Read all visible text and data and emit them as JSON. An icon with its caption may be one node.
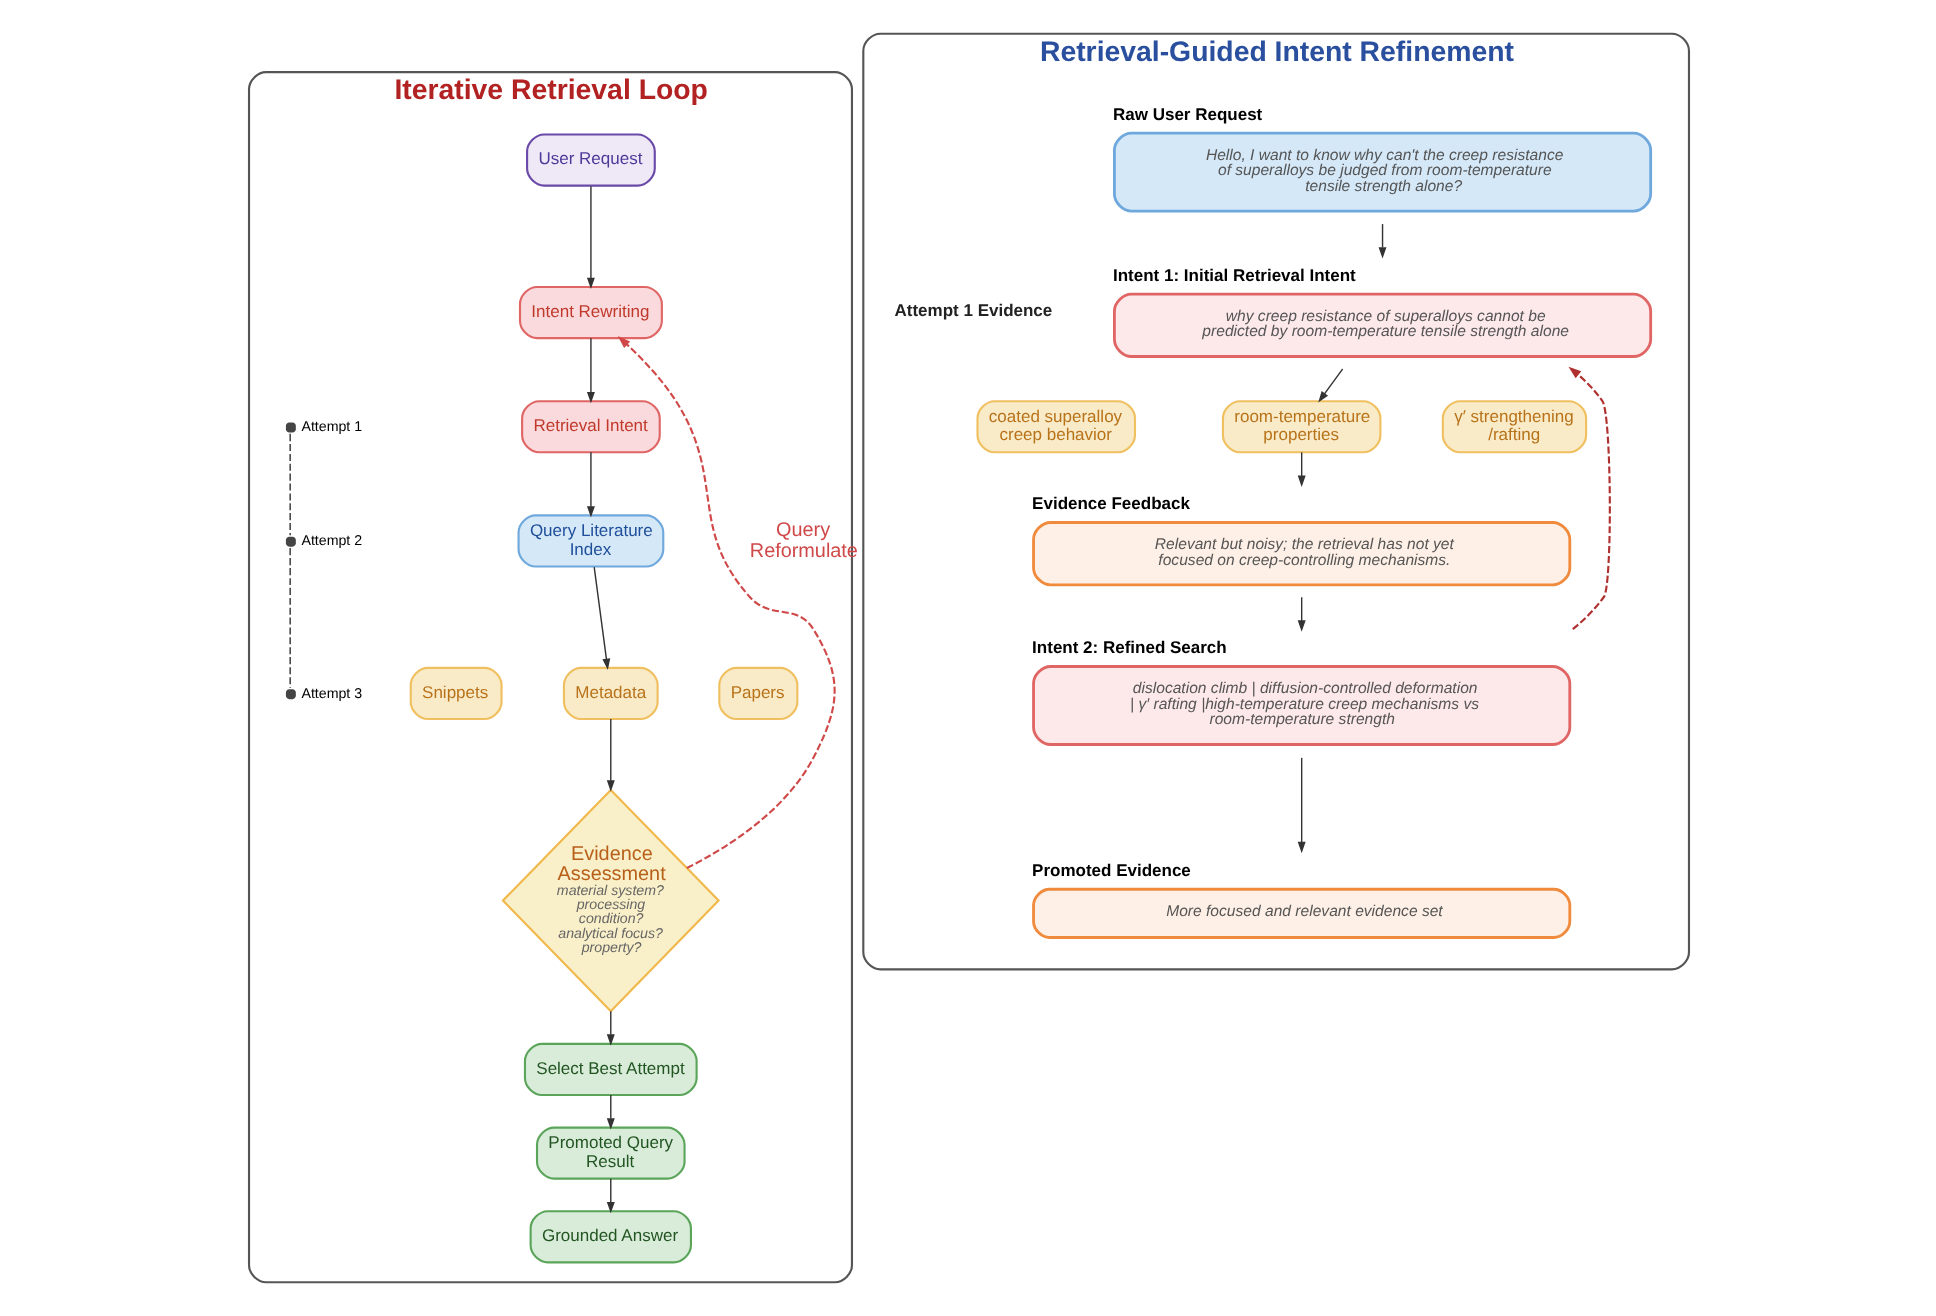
{
  "diagram": {
    "nodes": [
      {
        "text": [
          "Iterative Retrieval Loop"
        ]
      },
      {
        "text": [
          "User Request"
        ],
        "in": 0
      },
      {
        "text": [
          "Intent Rewriting"
        ],
        "in": 0
      },
      {
        "text": [
          "Retrieval Intent"
        ],
        "in": 0
      },
      {
        "text": [
          "Query Literature Index"
        ],
        "in": 0
      },
      {
        "text": [
          "Snippets"
        ],
        "in": 0
      },
      {
        "text": [
          "Metadata"
        ],
        "in": 0
      },
      {
        "text": [
          "Papers"
        ],
        "in": 0
      },
      {
        "text": [
          "Evidence Assessment",
          "material system? processing condition? analytical focus? property?"
        ],
        "in": 0
      },
      {
        "text": [
          "Select Best Attempt"
        ],
        "in": 0
      },
      {
        "text": [
          "Promoted Query Result"
        ],
        "in": 0
      },
      {
        "text": [
          "Grounded Answer"
        ],
        "in": 0
      },
      {
        "text": [
          "Attempt 1"
        ],
        "in": 0
      },
      {
        "text": [
          "Attempt 2"
        ],
        "in": 0
      },
      {
        "text": [
          "Attempt 3"
        ],
        "in": 0
      },
      {
        "text": [
          "Retrieval-Guided Intent Refinement"
        ]
      },
      {
        "text": [
          "Raw User Request",
          "Hello, I want to know why can't the creep resistance of superalloys be judged from room-temperature tensile strength alone?"
        ],
        "in": 15
      },
      {
        "text": [
          "Intent 1: Initial Retrieval Intent",
          "why creep resistance of superalloys cannot be predicted by room-temperature tensile strength alone"
        ],
        "in": 15
      },
      {
        "text": [
          "Attempt 1 Evidence"
        ],
        "in": 15
      },
      {
        "text": [
          "coated superalloy creep behavior"
        ],
        "in": 15
      },
      {
        "text": [
          "room-temperature properties"
        ],
        "in": 15
      },
      {
        "text": [
          "γ′ strengthening /rafting"
        ],
        "in": 15
      },
      {
        "text": [
          "Evidence Feedback",
          "Relevant but noisy; the retrieval has not yet focused on creep-controlling mechanisms."
        ],
        "in": 15
      },
      {
        "text": [
          "Intent 2: Refined Search",
          "dislocation climb | diffusion-controlled deformation | γ′ rafting |high-temperature creep mechanisms vs room-temperature strength"
        ],
        "in": 15
      },
      {
        "text": [
          "Promoted Evidence",
          "More focused and relevant evidence set"
        ],
        "in": 15
      }
    ],
    "edges": [
      {
        "from": 1,
        "to": 2,
        "arrow": "to"
      },
      {
        "from": 2,
        "to": 3,
        "arrow": "to"
      },
      {
        "from": 3,
        "to": 4,
        "arrow": "to"
      },
      {
        "from": 4,
        "to": 6,
        "arrow": "to"
      },
      {
        "from": 6,
        "to": 8,
        "arrow": "to"
      },
      {
        "from": 8,
        "to": 2,
        "arrow": "to",
        "label": "Query Reformulate",
        "style": "dashed",
        "color": "#d04848"
      },
      {
        "from": 8,
        "to": 9,
        "arrow": "to"
      },
      {
        "from": 9,
        "to": 10,
        "arrow": "to"
      },
      {
        "from": 10,
        "to": 11,
        "arrow": "to"
      },
      {
        "from": 12,
        "to": 13,
        "arrow": "none",
        "style": "dashed"
      },
      {
        "from": 13,
        "to": 14,
        "arrow": "none",
        "style": "dashed"
      },
      {
        "from": 16,
        "to": 17,
        "arrow": "to"
      },
      {
        "from": 17,
        "to": 20,
        "arrow": "to"
      },
      {
        "from": 20,
        "to": 22,
        "arrow": "to"
      },
      {
        "from": 22,
        "to": 23,
        "arrow": "to"
      },
      {
        "from": 23,
        "to": 24,
        "arrow": "to"
      },
      {
        "from": 23,
        "to": 17,
        "arrow": "to",
        "style": "dashed",
        "color": "#b03030"
      }
    ]
  }
}
